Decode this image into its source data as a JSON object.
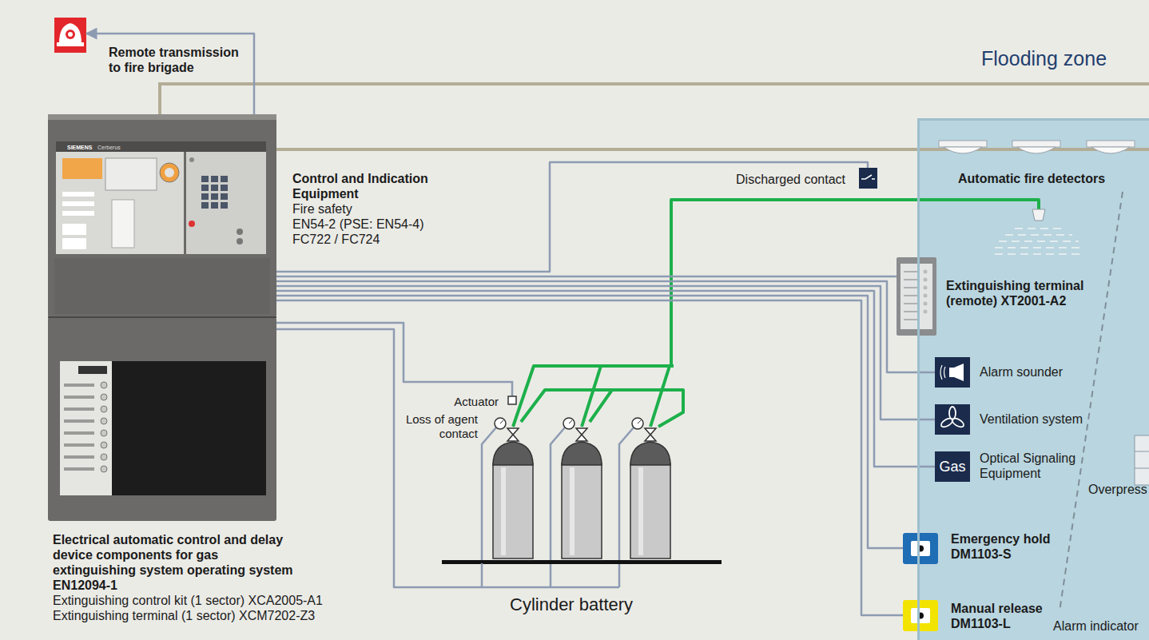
{
  "diagram": {
    "nodes": [
      {
        "text": [
          "Remote transmission to fire brigade"
        ]
      },
      {
        "text": [
          "Flooding zone"
        ]
      },
      {
        "text": [
          "Control and Indication Equipment",
          "Fire safety",
          "EN54-2 (PSE: EN54-4)",
          "FC722 / FC724"
        ]
      },
      {
        "text": [
          "Electrical automatic control and delay device components for gas",
          "extinguishing system operating system EN12094-1",
          "Extinguishing control kit (1 sector) XCA2005-A1",
          "Extinguishing terminal (1 sector) XCM7202-Z3"
        ]
      },
      {
        "text": [
          "Discharged contact"
        ]
      },
      {
        "text": [
          "Cylinder battery"
        ]
      },
      {
        "text": [
          "Automatic fire detectors"
        ],
        "in": 1
      },
      {
        "text": [
          "Extinguishing terminal (remote) XT2001-A2"
        ],
        "in": 1
      },
      {
        "text": [
          "Alarm sounder"
        ],
        "in": 1
      },
      {
        "text": [
          "Ventilation system"
        ],
        "in": 1
      },
      {
        "text": [
          "Gas",
          "Optical Signaling Equipment"
        ],
        "in": 1
      },
      {
        "text": [
          "Emergency hold DM1103-S"
        ],
        "in": 1
      },
      {
        "text": [
          "Manual release DM1103-L"
        ],
        "in": 1
      }
    ],
    "edges": [
      {
        "from": 2,
        "to": 0,
        "arrow": "to"
      },
      {
        "from": 2,
        "to": 6,
        "arrow": "none"
      },
      {
        "from": 2,
        "to": 4,
        "arrow": "none"
      },
      {
        "from": 2,
        "to": 7,
        "arrow": "none"
      },
      {
        "from": 2,
        "to": 8,
        "arrow": "none"
      },
      {
        "from": 2,
        "to": 9,
        "arrow": "none"
      },
      {
        "from": 2,
        "to": 10,
        "arrow": "none"
      },
      {
        "from": 2,
        "to": 11,
        "arrow": "none"
      },
      {
        "from": 2,
        "to": 12,
        "arrow": "none"
      },
      {
        "from": 3,
        "to": 5,
        "arrow": "none"
      },
      {
        "from": 3,
        "to": 5,
        "arrow": "none"
      }
    ],
    "labels": [
      "Actuator",
      "Loss of agent contact",
      "Overpress",
      "Alarm indicator",
      "SIEMENS",
      "Cerberus"
    ]
  }
}
